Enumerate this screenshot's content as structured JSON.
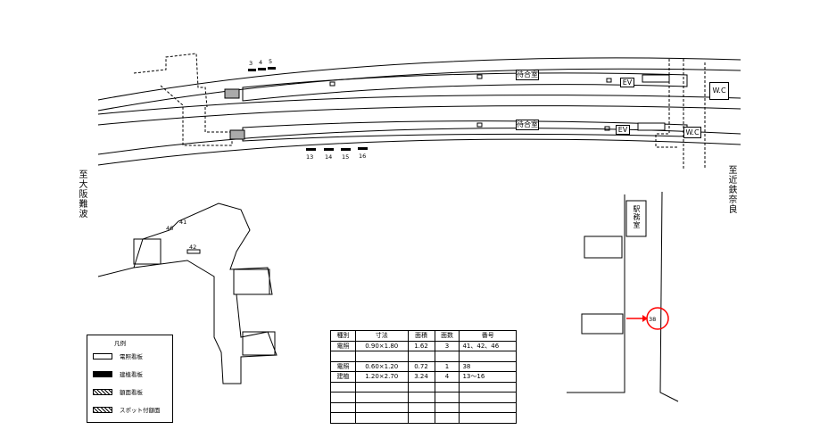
{
  "directions": {
    "left": "至大阪難波",
    "right": "至近鉄奈良"
  },
  "rooms": {
    "waiting_room_top": "待合室",
    "waiting_room_bottom": "待合室",
    "ev_top": "EV",
    "ev_bottom": "EV",
    "wc_right": "W.C",
    "wc_bottom": "W.C",
    "station_office": "駅務室"
  },
  "sign_numbers": {
    "top_group": [
      "3",
      "4",
      "5"
    ],
    "bottom_group": [
      "13",
      "14",
      "15",
      "16"
    ],
    "concourse_a": "46",
    "concourse_b": "41",
    "concourse_c": "42",
    "highlight": "38"
  },
  "legend": {
    "title": "凡例",
    "items": [
      {
        "label": "電照看板",
        "style": "outline"
      },
      {
        "label": "建植看板",
        "style": "filled"
      },
      {
        "label": "額面看板",
        "style": "hatch"
      },
      {
        "label": "スポット付額面",
        "style": "spot"
      }
    ]
  },
  "spec_table": {
    "headers": [
      "種別",
      "寸法",
      "面積",
      "面数",
      "番号"
    ],
    "rows": [
      [
        "電照",
        "0.90×1.80",
        "1.62",
        "3",
        "41、42、46"
      ],
      [
        "",
        "",
        "",
        "",
        ""
      ],
      [
        "電照",
        "0.60×1.20",
        "0.72",
        "1",
        "38"
      ],
      [
        "建植",
        "1.20×2.70",
        "3.24",
        "4",
        "13〜16"
      ],
      [
        "",
        "",
        "",
        "",
        ""
      ],
      [
        "",
        "",
        "",
        "",
        ""
      ],
      [
        "",
        "",
        "",
        "",
        ""
      ],
      [
        "",
        "",
        "",
        "",
        ""
      ]
    ]
  },
  "colors": {
    "line": "#000000",
    "highlight": "#ff0000",
    "background": "#ffffff"
  }
}
